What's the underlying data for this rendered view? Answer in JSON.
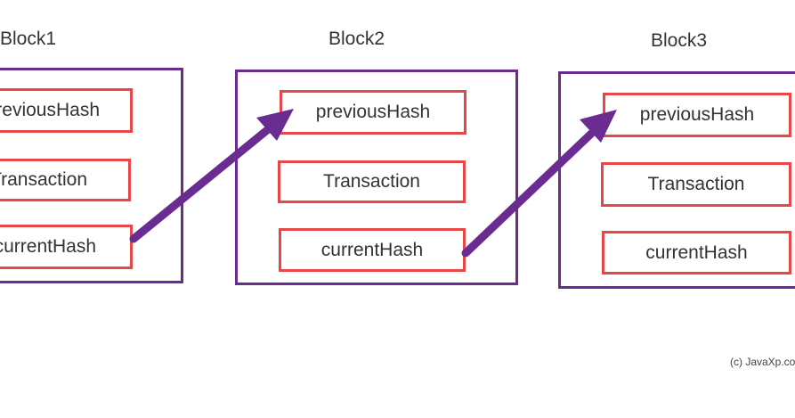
{
  "blocks": [
    {
      "title": "Block1",
      "fields": [
        "previousHash",
        "Transaction",
        "currentHash"
      ]
    },
    {
      "title": "Block2",
      "fields": [
        "previousHash",
        "Transaction",
        "currentHash"
      ]
    },
    {
      "title": "Block3",
      "fields": [
        "previousHash",
        "Transaction",
        "currentHash"
      ]
    }
  ],
  "copyright": "(c) JavaXp.com",
  "colors": {
    "block_border": "#6a2c91",
    "field_border": "#e8474a",
    "arrow": "#6a2c91",
    "text": "#333333"
  }
}
